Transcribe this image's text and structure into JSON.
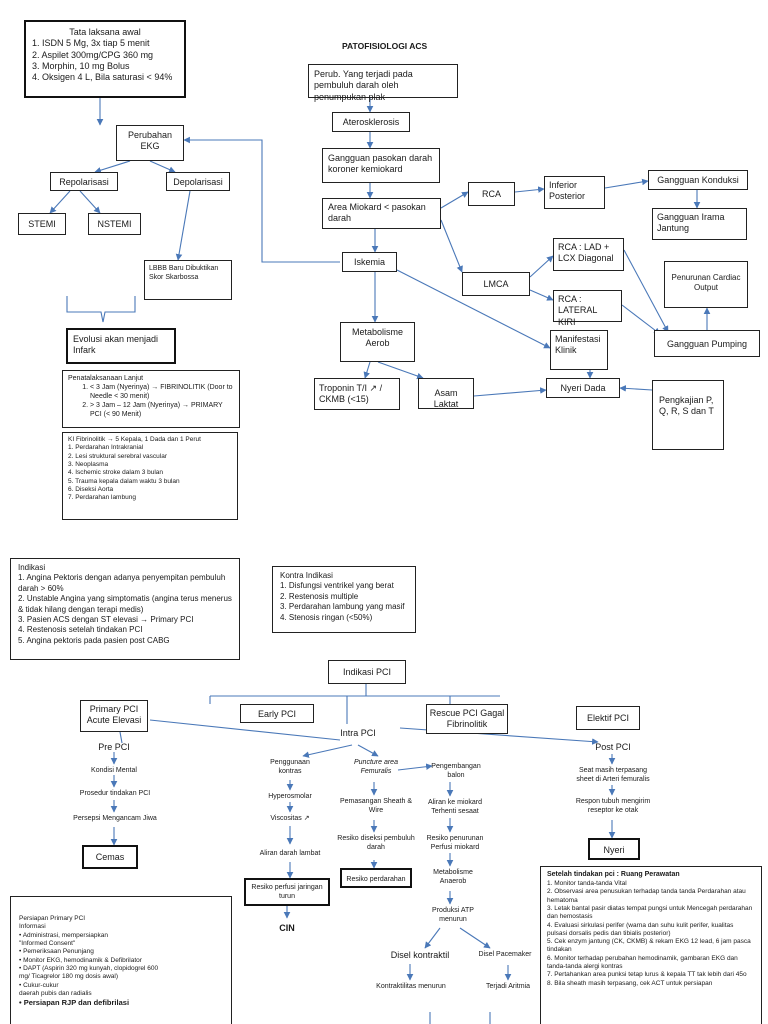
{
  "top": {
    "tatalaksana": {
      "title": "Tata laksana awal",
      "items": [
        "1. ISDN 5 Mg, 3x tiap 5 menit",
        "2. Aspilet 300mg/CPG 360 mg",
        "3. Morphin, 10 mg Bolus",
        "4. Oksigen 4 L, Bila saturasi < 94%"
      ]
    },
    "heading": "PATOFISIOLOGI ACS",
    "perub": "Perub. Yang terjadi pada pembuluh darah oleh penumpukan plak",
    "aterosklerosis": "Aterosklerosis",
    "gangguan_pasokan": "Gangguan pasokan darah koroner kemiokard",
    "area_miokard": "Area Miokard < pasokan darah",
    "iskemia": "Iskemia",
    "rca": "RCA",
    "inferior": "Inferior Posterior",
    "konduksi": "Gangguan Konduksi",
    "irama": "Gangguan Irama Jantung",
    "lmca": "LMCA",
    "rca_lad": "RCA : LAD + LCX Diagonal",
    "rca_lateral": "RCA : LATERAL KIRI",
    "cardiac_output": "Penurunan Cardiac Output",
    "pumping": "Gangguan Pumping",
    "manifestasi": "Manifestasi Klinik",
    "nyeri_dada": "Nyeri Dada",
    "pengkajian": "Pengkajian P, Q, R, S dan T",
    "metabolisme": "Metabolisme Aerob",
    "troponin": "Troponin T/I ↗ / CKMB (<15)",
    "laktat": "Asam Laktat",
    "perubahan_ekg": "Perubahan EKG",
    "repolarisasi": "Repolarisasi",
    "depolarisasi": "Depolarisasi",
    "stemi": "STEMI",
    "nstemi": "NSTEMI",
    "lbbb": "LBBB Baru Dibuktikan Skor Skarbossa",
    "evolusi": "Evolusi akan menjadi Infark",
    "penatalaksanaan": {
      "title": "Penatalaksanaan Lanjut",
      "items": [
        "< 3 Jam (Nyerinya) → FIBRINOLITIK (Door to Needle < 30 menit)",
        "> 3 Jam – 12 Jam (Nyerinya) → PRIMARY PCI (< 90 Menit)"
      ]
    },
    "ki_fibrin": {
      "title": "KI Fibrinolitik → 5 Kepala, 1 Dada dan 1 Perut",
      "items": [
        "1. Perdarahan Intrakranial",
        "2. Lesi struktural serebral vascular",
        "3. Neoplasma",
        "4. Ischemic stroke dalam 3 bulan",
        "5. Trauma kepala dalam waktu 3 bulan",
        "6. Diseksi Aorta",
        "7. Perdarahan lambung"
      ]
    }
  },
  "bottom": {
    "indikasi": {
      "title": "Indikasi",
      "items": [
        "1. Angina Pektoris dengan adanya penyempitan pembuluh darah > 60%",
        "2. Unstable Angina yang simptomatis (angina terus menerus & tidak hilang dengan terapi medis)",
        "3. Pasien ACS dengan ST elevasi → Primary PCI",
        "4. Restenosis setelah tindakan PCI",
        "5. Angina pektoris pada pasien post CABG"
      ]
    },
    "kontra": {
      "title": "Kontra Indikasi",
      "items": [
        "1. Disfungsi ventrikel yang berat",
        "2. Restenosis multiple",
        "3. Perdarahan lambung yang masif",
        "4. Stenosis ringan (<50%)"
      ]
    },
    "indikasi_pci": "Indikasi PCI",
    "primary_pci": "Primary PCI Acute Elevasi",
    "early_pci": "Early PCI",
    "rescue_pci": "Rescue PCI Gagal Fibrinolitik",
    "elektif_pci": "Elektif PCI",
    "pre_pci": "Pre PCI",
    "intra_pci": "Intra PCI",
    "post_pci": "Post PCI",
    "kondisi_mental": "Kondisi Mental",
    "prosedur": "Prosedur tindakan PCI",
    "persepsi": "Persepsi Mengancam Jiwa",
    "cemas": "Cemas",
    "penggunaan": "Penggunaan kontras",
    "hyperosmolar": "Hyperosmolar",
    "viscositas": "Viscositas ↗",
    "aliran_lambat": "Aliran darah lambat",
    "resiko_perfusi": "Resiko perfusi jaringan turun",
    "cin": "CIN",
    "puncture": "Puncture area Femuralis",
    "sheath": "Pemasangan Sheath & Wire",
    "diseksi": "Resiko diseksi pembuluh darah",
    "perdarahan": "Resiko perdarahan",
    "pengembangan": "Pengembangan balon",
    "aliran_terhenti": "Aliran ke miokard Terhenti sesaat",
    "resiko_penurunan": "Resiko penurunan Perfusi miokard",
    "metabolisme_an": "Metabolisme Anaerob",
    "atp": "Produksi ATP menurun",
    "disel_kontraktil": "Disel kontraktil",
    "disel_pacemaker": "Disel Pacemaker",
    "kontraktilitas": "Kontraktilitas menurun",
    "terjadi_aritmia": "Terjadi Aritmia",
    "seat_masih": "Seat masih terpasang sheet di Arteri femuralis",
    "respon": "Respon tubuh mengirim reseptor ke otak",
    "nyeri": "Nyeri",
    "persiapan": {
      "title": "Persiapan Primary PCI",
      "sub": "Informasi",
      "items": [
        "• Administrasi, mempersiapkan",
        "\"Informed Consent\"",
        "• Pemeriksaan Penunjang",
        "• Monitor EKG, hemodinamik & Defibrilator",
        "• DAPT (Aspirin 320 mg kunyah, clopidogrel 600",
        "  mg/ Ticagrelor 180 mg dosis awal)",
        "• Cukur-cukur",
        "daerah pubis dan radialis"
      ],
      "bold_item": "• Persiapan RJP dan defibrilasi"
    },
    "setelah": {
      "title": "Setelah tindakan pci : Ruang Perawatan",
      "items": [
        "1. Monitor tanda-tanda Vital",
        "2. Observasi area penusukan terhadap tanda tanda Perdarahan atau hematoma",
        "3. Letak bantal pasir diatas tempat pungsi untuk Mencegah perdarahan dan hemostasis",
        "4. Evaluasi sirkulasi perifer (warna dan suhu kulit perifer, kualitas pulsasi dorsalis pedis dan tibialis posterior)",
        "5. Cek enzym jantung (CK, CKMB) & rekam EKG 12 lead, 6 jam pasca tindakan",
        "6. Monitor terhadap perubahan hemodinamik, gambaran EKG dan tanda-tanda alergi kontras",
        "7. Pertahankan area punksi tetap lurus & kepala TT tak lebih dari 45o",
        "8. Bila sheath masih terpasang, cek ACT untuk persiapan"
      ]
    }
  }
}
